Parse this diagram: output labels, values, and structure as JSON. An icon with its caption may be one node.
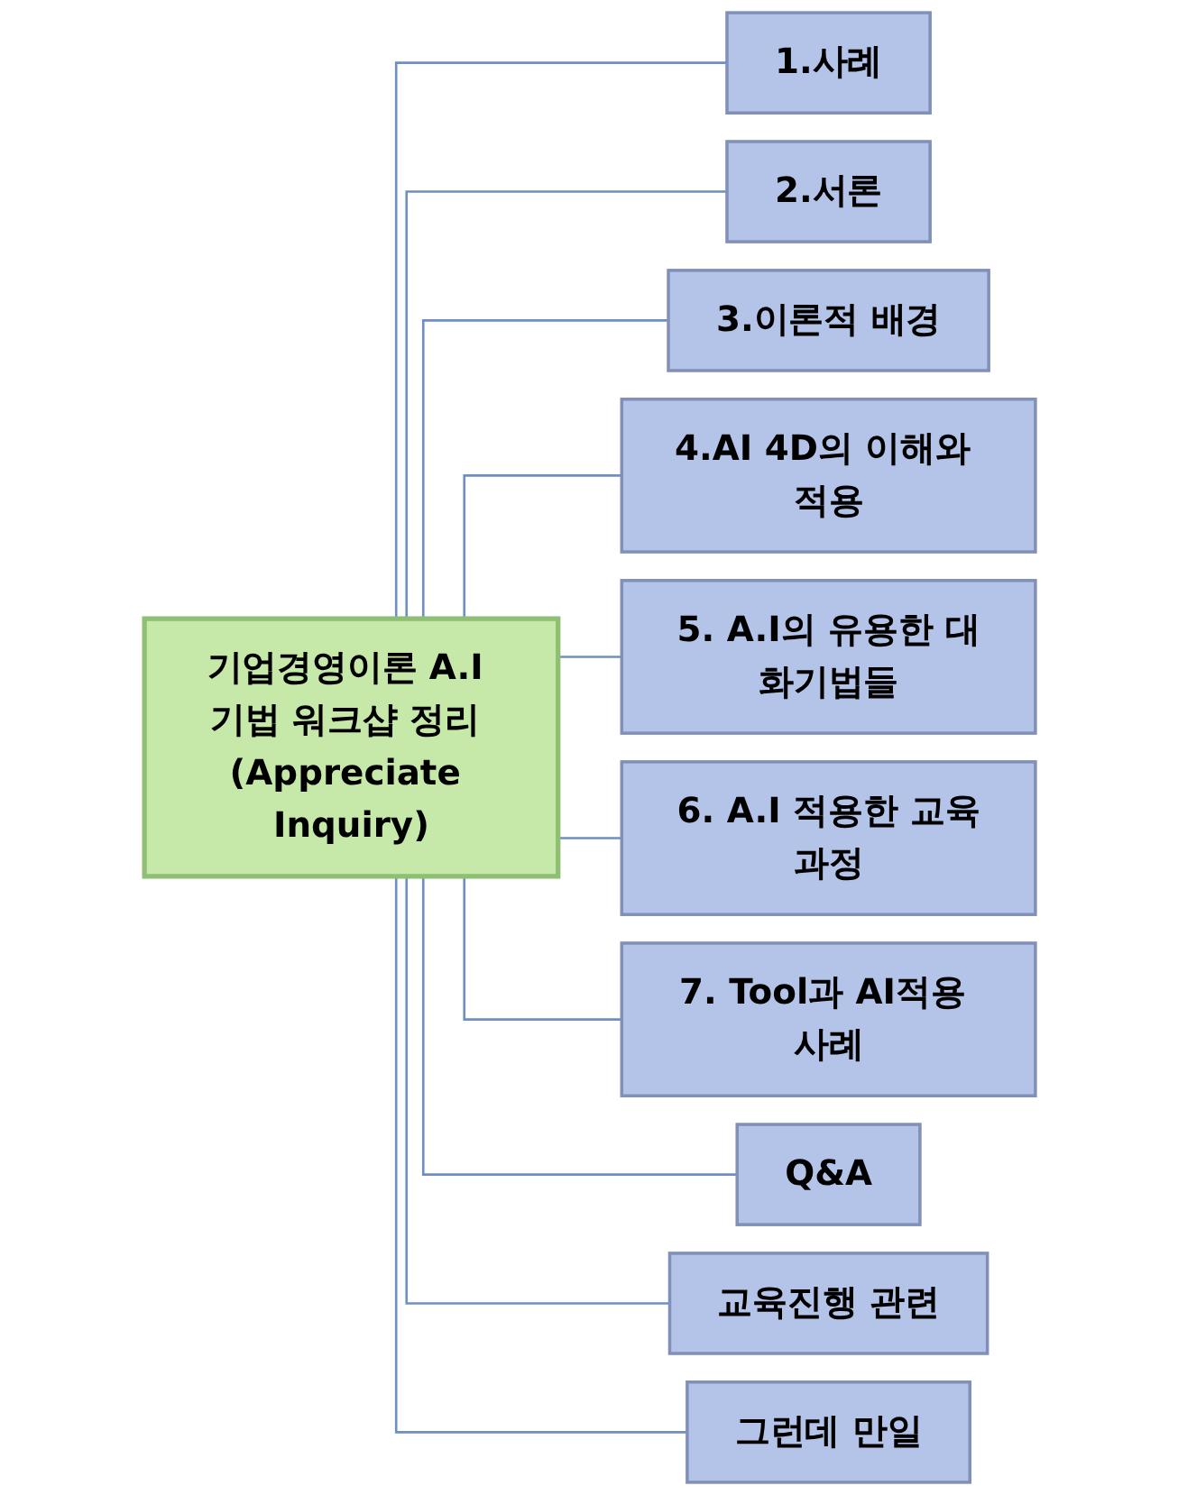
{
  "diagram": {
    "nodes": [
      {
        "text": [
          "기업경영이론 A.I 기법 워크샵 정리 (Appreciate Inquiry)"
        ]
      },
      {
        "text": [
          "1.사례"
        ]
      },
      {
        "text": [
          "2.서론"
        ]
      },
      {
        "text": [
          "3.이론적 배경"
        ]
      },
      {
        "text": [
          "4.AI 4D의 이해와 적용"
        ]
      },
      {
        "text": [
          "5. A.I의 유용한 대화기법들"
        ]
      },
      {
        "text": [
          "6. A.I 적용한 교육과정"
        ]
      },
      {
        "text": [
          "7. Tool과 AI적용 사례"
        ]
      },
      {
        "text": [
          "Q&A"
        ]
      },
      {
        "text": [
          "교육진행 관련"
        ]
      },
      {
        "text": [
          "그런데 만일"
        ]
      }
    ],
    "edges": [
      {
        "from": 0,
        "to": 1,
        "arrow": "none"
      },
      {
        "from": 0,
        "to": 2,
        "arrow": "none"
      },
      {
        "from": 0,
        "to": 3,
        "arrow": "none"
      },
      {
        "from": 0,
        "to": 4,
        "arrow": "none"
      },
      {
        "from": 0,
        "to": 5,
        "arrow": "none"
      },
      {
        "from": 0,
        "to": 6,
        "arrow": "none"
      },
      {
        "from": 0,
        "to": 7,
        "arrow": "none"
      },
      {
        "from": 0,
        "to": 8,
        "arrow": "none"
      },
      {
        "from": 0,
        "to": 9,
        "arrow": "none"
      },
      {
        "from": 0,
        "to": 10,
        "arrow": "none"
      }
    ]
  }
}
